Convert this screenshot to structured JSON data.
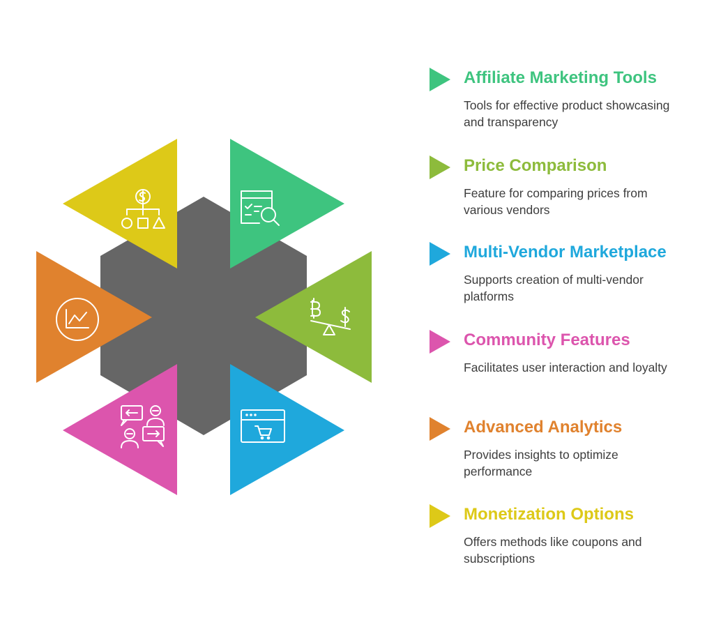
{
  "items": [
    {
      "title": "Affiliate Marketing Tools",
      "description": "Tools for effective product showcasing and transparency",
      "color": "#3ec47f",
      "icon": "checklist-search-icon"
    },
    {
      "title": "Price Comparison",
      "description": "Feature for comparing prices from various vendors",
      "color": "#8dbb3c",
      "icon": "currency-balance-icon"
    },
    {
      "title": "Multi-Vendor Marketplace",
      "description": "Supports creation of multi-vendor platforms",
      "color": "#1fa8dc",
      "icon": "shopping-cart-window-icon"
    },
    {
      "title": "Community Features",
      "description": "Facilitates user interaction and loyalty",
      "color": "#dc55ad",
      "icon": "user-exchange-icon"
    },
    {
      "title": "Advanced Analytics",
      "description": "Provides insights to optimize performance",
      "color": "#e0822e",
      "icon": "chart-circle-icon"
    },
    {
      "title": "Monetization Options",
      "description": "Offers methods like coupons and subscriptions",
      "color": "#ddc918",
      "icon": "dollar-hierarchy-icon"
    }
  ],
  "center_color": "#666666"
}
